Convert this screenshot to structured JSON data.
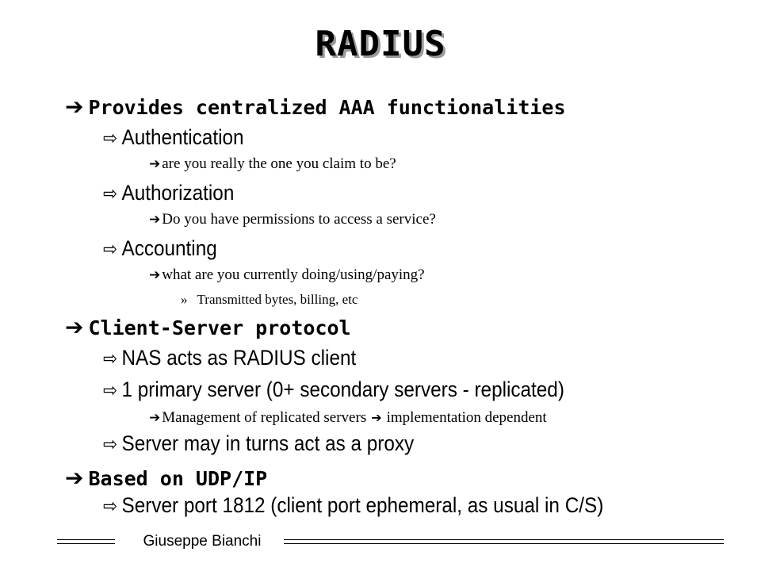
{
  "slide": {
    "title": "RADIUS",
    "arrows": {
      "level1": "➔",
      "level2": "⇨",
      "level3": "➔",
      "level4": "»"
    },
    "items": {
      "p1": "Provides centralized AAA functionalities",
      "p1_auth": "Authentication",
      "p1_auth_q": "are you really the one you claim to be?",
      "p1_authz": "Authorization",
      "p1_authz_q": "Do you have permissions to access a service?",
      "p1_acct": "Accounting",
      "p1_acct_q": "what are you currently doing/using/paying?",
      "p1_acct_detail": "Transmitted bytes, billing, etc",
      "p2": "Client-Server protocol",
      "p2_nas": "NAS acts as RADIUS client",
      "p2_primary": "1 primary server (0+ secondary servers - replicated)",
      "p2_mgmt_a": "Management of replicated servers",
      "p2_mgmt_b": "implementation dependent",
      "p2_proxy": "Server may in turns act as a proxy",
      "p3": "Based on UDP/IP",
      "p3_port": "Server port 1812 (client port ephemeral, as usual in C/S)"
    },
    "footer": "Giuseppe Bianchi"
  }
}
